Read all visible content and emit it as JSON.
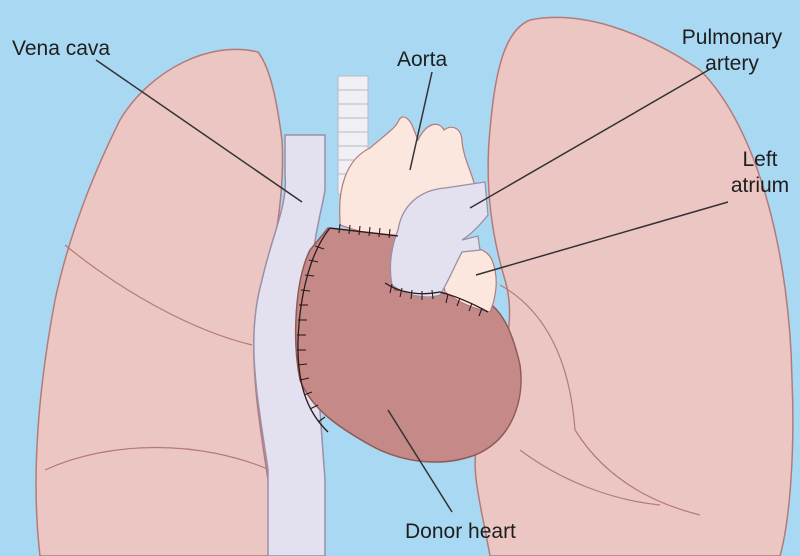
{
  "labels": {
    "vena_cava": "Vena cava",
    "aorta": "Aorta",
    "pulmonary_artery_line1": "Pulmonary",
    "pulmonary_artery_line2": "artery",
    "left_atrium_line1": "Left",
    "left_atrium_line2": "atrium",
    "donor_heart": "Donor heart"
  },
  "colors": {
    "background": "#a9d8f3",
    "lung": "#ebc6c3",
    "lung_outline": "#b57a78",
    "vessel": "#e3e0ef",
    "vessel_outline": "#9a8fa6",
    "aorta": "#fbe7dd",
    "heart": "#c58a88",
    "trachea": "#f0eff3",
    "leader": "#333333"
  }
}
